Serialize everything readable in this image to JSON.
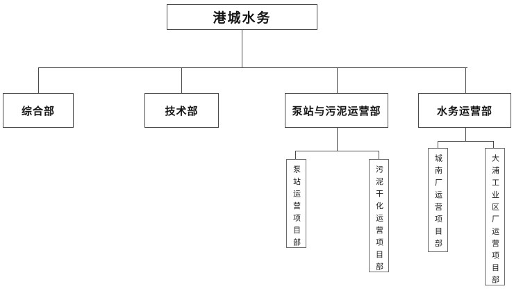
{
  "org_chart": {
    "type": "org-tree",
    "root": {
      "label": "港城水务",
      "children": [
        {
          "label": "综合部",
          "children": []
        },
        {
          "label": "技术部",
          "children": []
        },
        {
          "label": "泵站与污泥运营部",
          "children": [
            {
              "label": "泵站运营项目部"
            },
            {
              "label": "污泥干化运营项目部"
            }
          ]
        },
        {
          "label": "水务运营部",
          "children": [
            {
              "label": "城南厂运营项目部"
            },
            {
              "label": "大浦工业区厂运营项目部"
            }
          ]
        }
      ]
    },
    "colors": {
      "background": "#ffffff",
      "box_border": "#4a4a4a",
      "project_box_border": "#6b6b6b",
      "connector_line": "#4a4a4a",
      "text": "#141414"
    }
  }
}
